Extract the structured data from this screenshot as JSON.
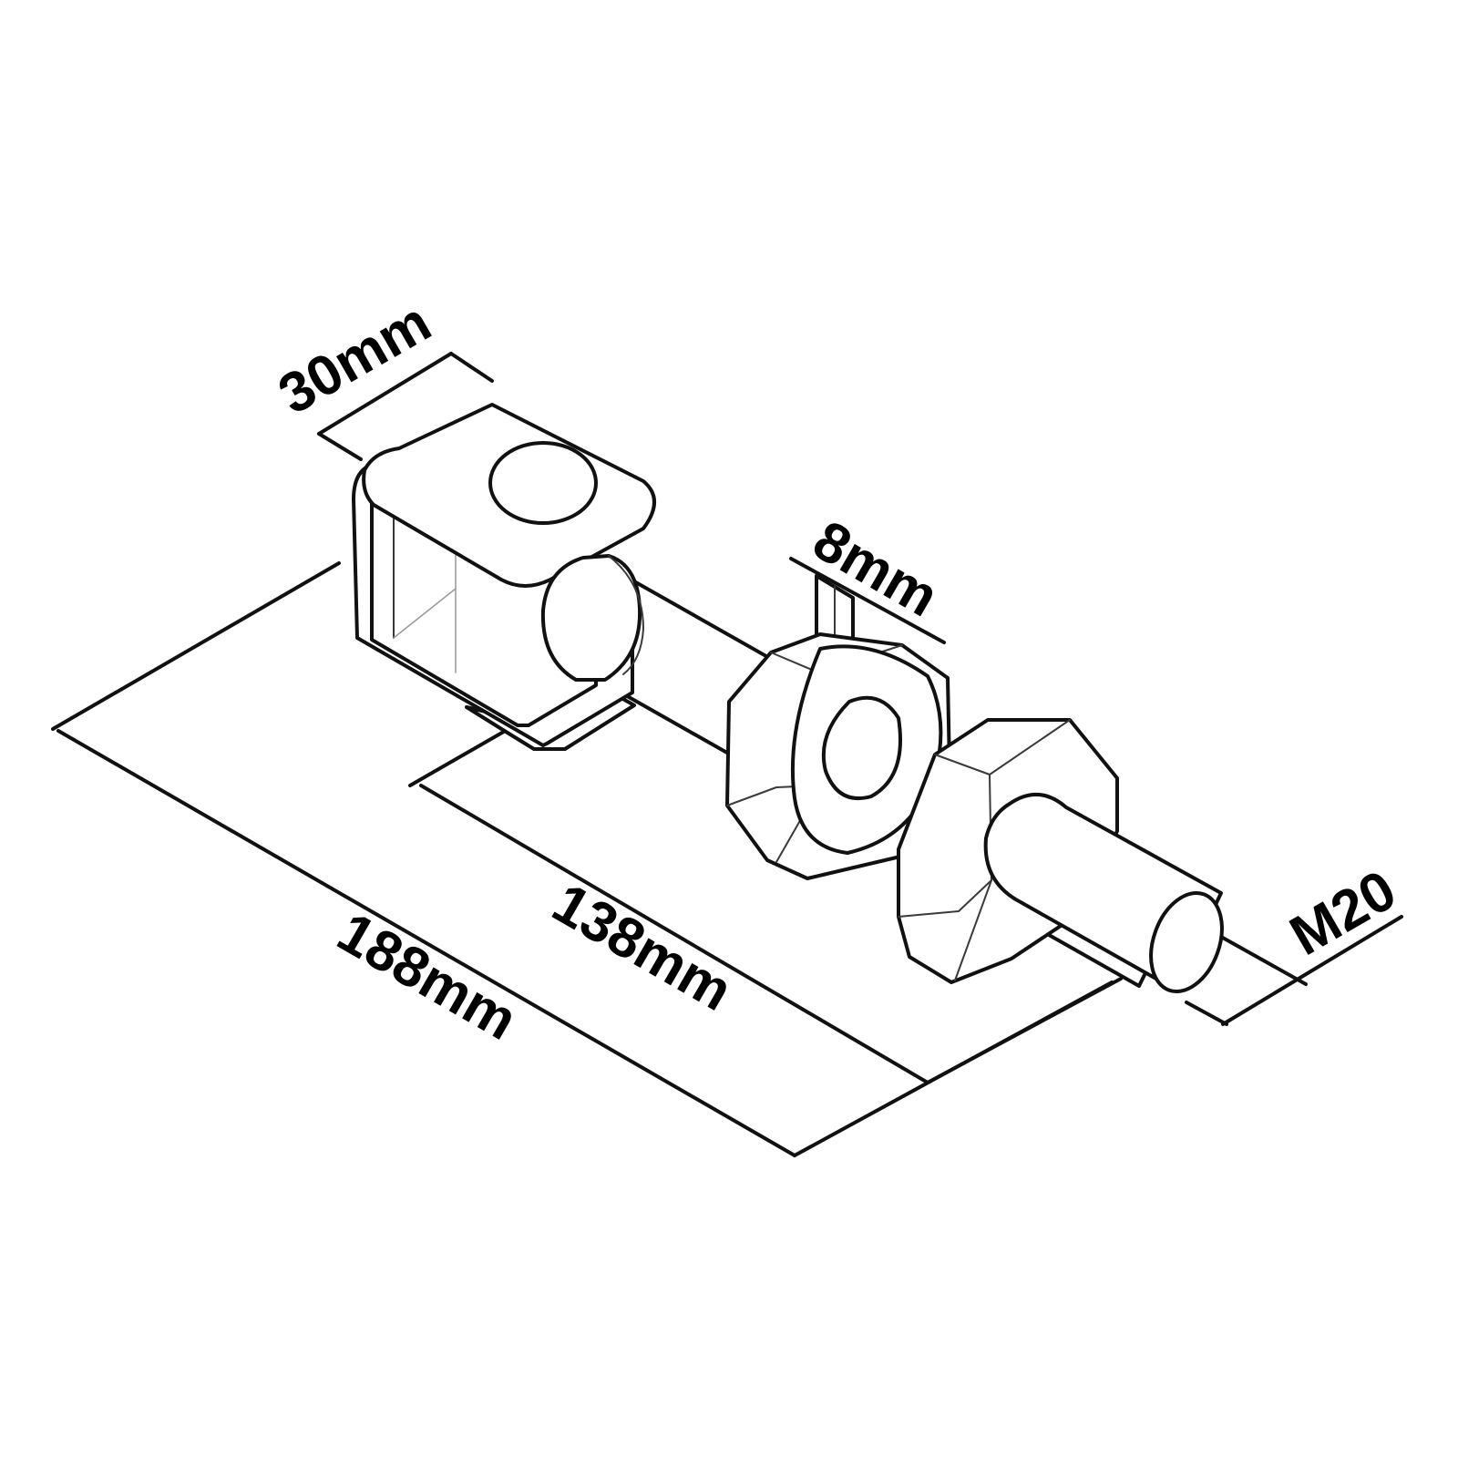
{
  "dimensions": {
    "width_label": "30mm",
    "plate_label": "8mm",
    "shank_label": "138mm",
    "overall_label": "188mm",
    "thread_label": "M20"
  },
  "colors": {
    "line": "#111111",
    "background": "#ffffff"
  }
}
